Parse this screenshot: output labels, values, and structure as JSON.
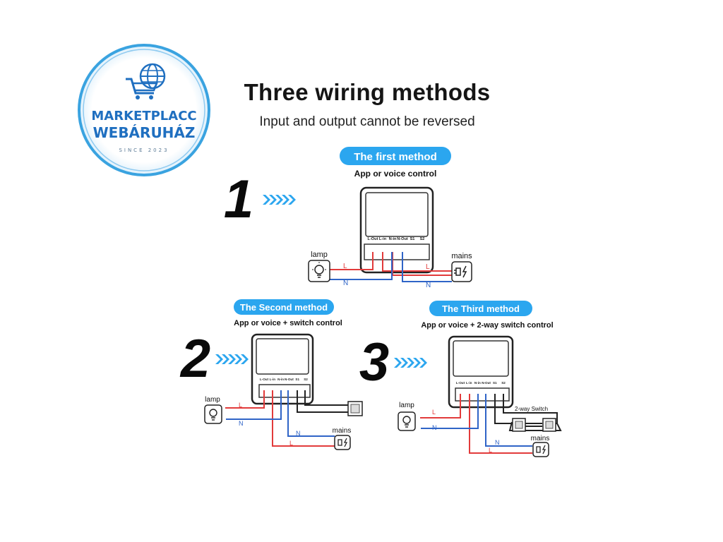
{
  "logo": {
    "line1": "MARKETPLACC",
    "line2": "WEBÁRUHÁZ",
    "since": "SINCE 2023",
    "icon": "globe-cart-icon"
  },
  "header": {
    "title": "Three wiring methods",
    "subtitle": "Input and output cannot be reversed"
  },
  "methods": [
    {
      "number": "1",
      "badge": "The first method",
      "caption": "App or voice control"
    },
    {
      "number": "2",
      "badge": "The Second method",
      "caption": "App or voice + switch control"
    },
    {
      "number": "3",
      "badge": "The  Third  method",
      "caption": "App or voice + 2-way switch control"
    }
  ],
  "terminals": [
    "L-Out",
    "L-in",
    "N-in",
    "N-Out",
    "S1",
    "S2"
  ],
  "labels": {
    "lamp": "lamp",
    "mains": "mains",
    "live": "L",
    "neutral": "N",
    "two_way_switch": "2-way Switch"
  },
  "colors": {
    "live": "#e23b3b",
    "neutral": "#2f64c7",
    "badge": "#2ba6ef",
    "logo_ring": "#3aa3e0",
    "logo_blue": "#1f6fc0"
  }
}
